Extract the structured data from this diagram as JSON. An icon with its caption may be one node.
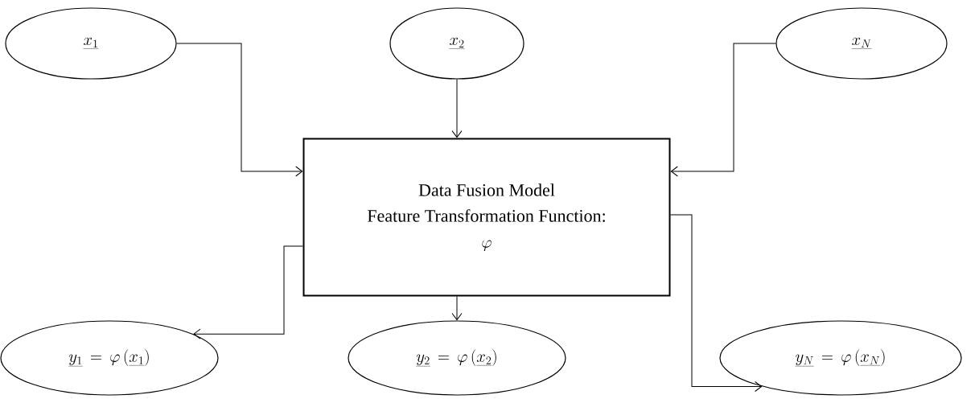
{
  "diagram": {
    "nodes": [
      {
        "text": [
          "\\underline{x_1}"
        ]
      },
      {
        "text": [
          "\\underline{x_2}"
        ]
      },
      {
        "text": [
          "\\underline{x_N}"
        ]
      },
      {
        "text": [
          "Data Fusion Model",
          "Feature Transformation Function:",
          "\\varphi"
        ]
      },
      {
        "text": [
          "\\underline{y_1} \\,=\\, \\varphi\\left(\\underline{x_1}\\right)"
        ]
      },
      {
        "text": [
          "\\underline{y_2} \\,=\\, \\varphi\\left(\\underline{x_2}\\right)"
        ]
      },
      {
        "text": [
          "\\underline{y_N} \\,=\\, \\varphi\\left(\\underline{x_N}\\right)"
        ]
      }
    ],
    "edges": [
      {
        "from": 0,
        "to": 3,
        "arrow": "to"
      },
      {
        "from": 1,
        "to": 3,
        "arrow": "to"
      },
      {
        "from": 2,
        "to": 3,
        "arrow": "to"
      },
      {
        "from": 3,
        "to": 4,
        "arrow": "to"
      },
      {
        "from": 3,
        "to": 5,
        "arrow": "to"
      },
      {
        "from": 3,
        "to": 6,
        "arrow": "to"
      }
    ]
  }
}
